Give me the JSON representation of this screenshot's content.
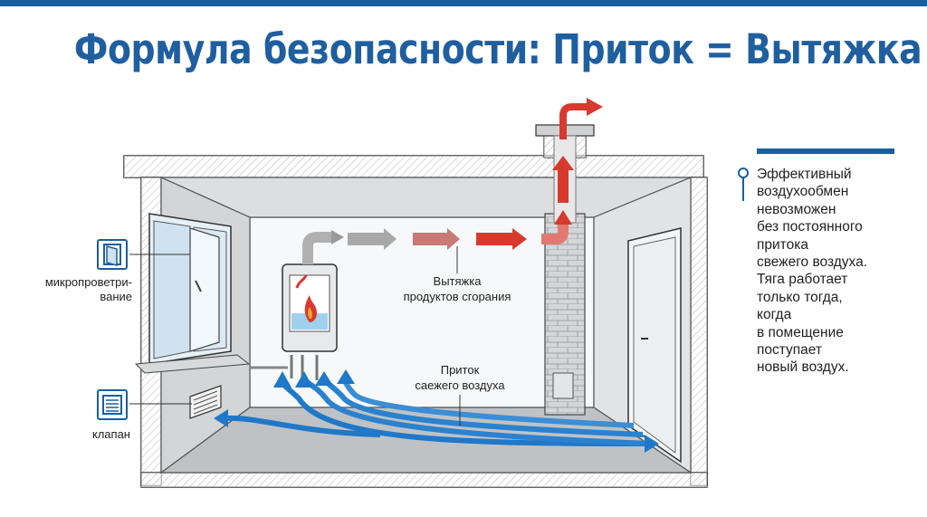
{
  "title": "Формула безопасности: Приток = Вытяжка",
  "labels": {
    "window": "микропроветри-\nвание",
    "valve": "клапан",
    "exhaust": "Вытяжка\nпродуктов сгорания",
    "inflow": "Приток\nсаежего воздуха"
  },
  "side_text": "Эффективный\nвоздухообмен\nневозможен\nбез постоянного\nпритока\nсвежего воздуха.\nТяга работает\nтолько тогда,\nкогда\nв помещение\nпоступает\nновый воздух.",
  "colors": {
    "accent_blue": "#1b5e9e",
    "flow_blue": "#1f78c8",
    "exhaust_red": "#d63a2f",
    "wall_gray": "#cfd1d3"
  },
  "icons": [
    "window-icon",
    "valve-icon",
    "info-pin-icon",
    "boiler-icon",
    "flame-icon"
  ]
}
